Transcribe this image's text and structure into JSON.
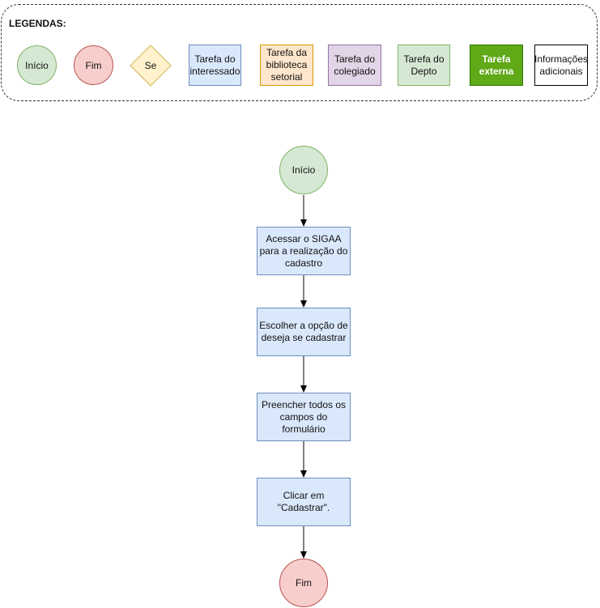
{
  "legend": {
    "title": "LEGENDAS:",
    "inicio": "Início",
    "fim": "Fim",
    "se": "Se",
    "tarefa_interessado": "Tarefa do interessado",
    "tarefa_biblioteca": "Tarefa da biblioteca setorial",
    "tarefa_colegiado": "Tarefa do colegiado",
    "tarefa_depto": "Tarefa do Depto",
    "tarefa_externa": "Tarefa externa",
    "informacoes": "Informações adicionais"
  },
  "flow": {
    "start": "Início",
    "step1": "Acessar o SIGAA para a realização do cadastro",
    "step2": "Escolher a opção de deseja se cadastrar",
    "step3": "Preencher todos os campos do formulário",
    "step4": "Clicar em \"Cadastrar\".",
    "end": "Fim"
  },
  "colors": {
    "start_fill": "#d5e8d4",
    "end_fill": "#f8cecc",
    "task_fill": "#dae8fc",
    "decision_fill": "#fff2cc",
    "external_fill": "#60a917"
  }
}
